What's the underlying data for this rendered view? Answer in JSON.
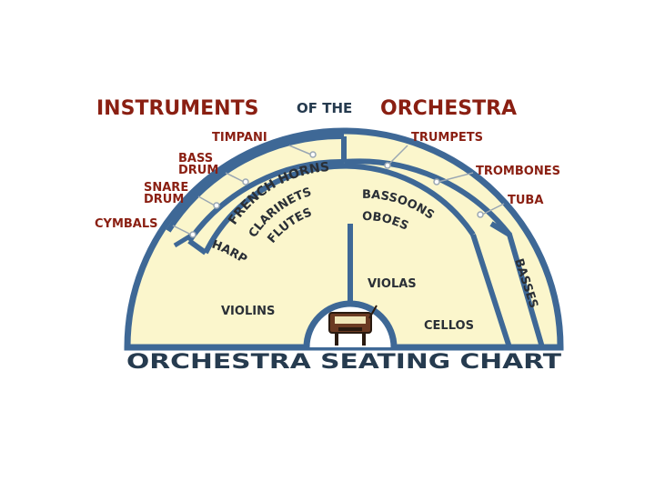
{
  "title": {
    "part1": "INSTRUMENTS",
    "part2": "OF THE",
    "part3": "ORCHESTRA"
  },
  "footer": "ORCHESTRA SEATING CHART",
  "colors": {
    "fill": "#fbf6cc",
    "outline": "#3e6896",
    "title_red": "#8a1f12",
    "ink": "#2a2f36"
  },
  "outside_labels": {
    "timpani": "TIMPANI",
    "bass_drum_1": "BASS",
    "bass_drum_2": "DRUM",
    "snare_drum_1": "SNARE",
    "snare_drum_2": "DRUM",
    "cymbals": "CYMBALS",
    "trumpets": "TRUMPETS",
    "trombones": "TROMBONES",
    "tuba": "TUBA"
  },
  "sections": {
    "french_horns": "FRENCH HORNS",
    "clarinets": "CLARINETS",
    "flutes": "FLUTES",
    "bassoons": "BASSOONS",
    "oboes": "OBOES",
    "harp": "HARP",
    "basses": "BASSES",
    "violins": "VIOLINS",
    "violas": "VIOLAS",
    "cellos": "CELLOS"
  },
  "podium_icon": "conductor-podium-icon"
}
